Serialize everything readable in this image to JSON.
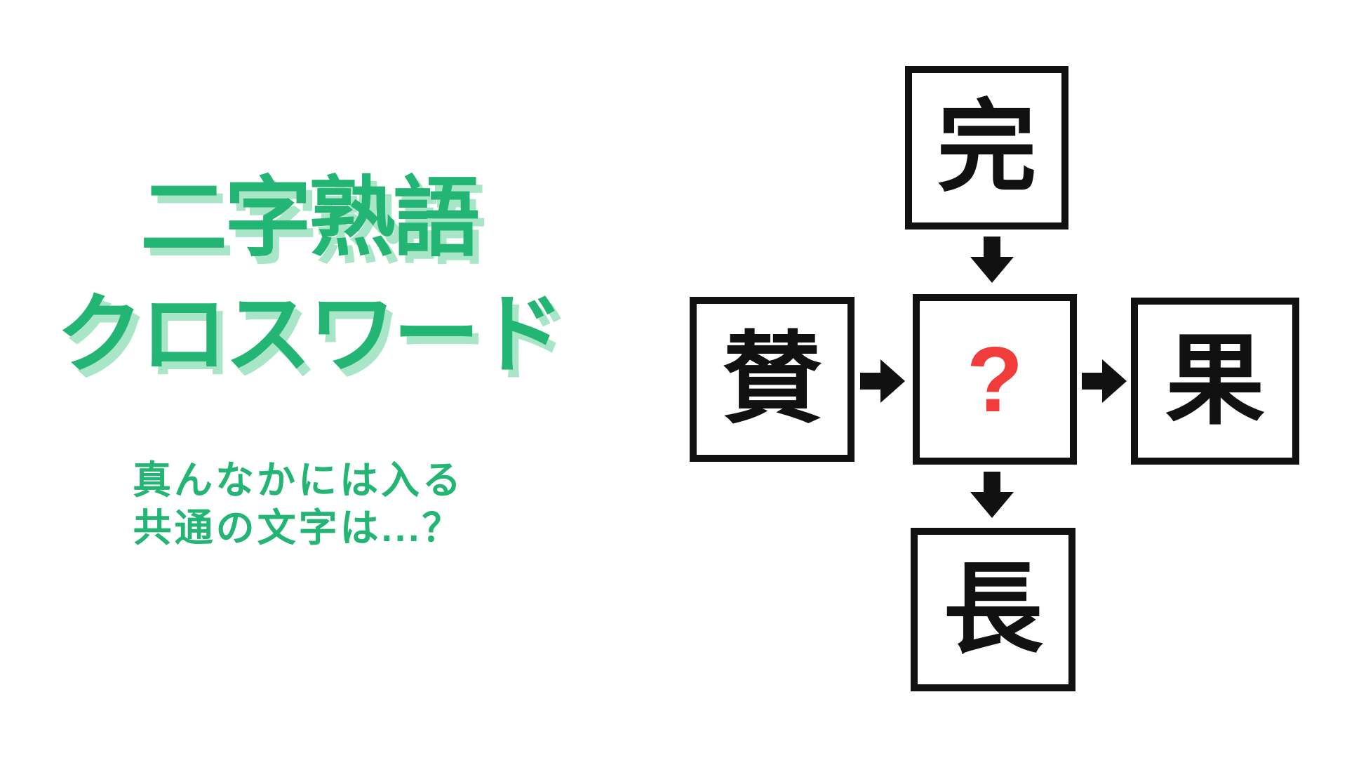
{
  "title": {
    "line1": "二字熟語",
    "line2": "クロスワード"
  },
  "subtitle": {
    "line1": "真んなかには入る",
    "line2": "共通の文字は...？"
  },
  "puzzle": {
    "top_kanji": "完",
    "left_kanji": "賛",
    "center_mark": "?",
    "right_kanji": "果",
    "bottom_kanji": "長"
  },
  "icons": {
    "arrow_down": "arrow-down-icon",
    "arrow_right": "arrow-right-icon"
  },
  "colors": {
    "green": "#22b573",
    "green_shadow": "#a9e5c7",
    "red": "#f13c3c",
    "black": "#111111",
    "background": "#ffffff"
  }
}
